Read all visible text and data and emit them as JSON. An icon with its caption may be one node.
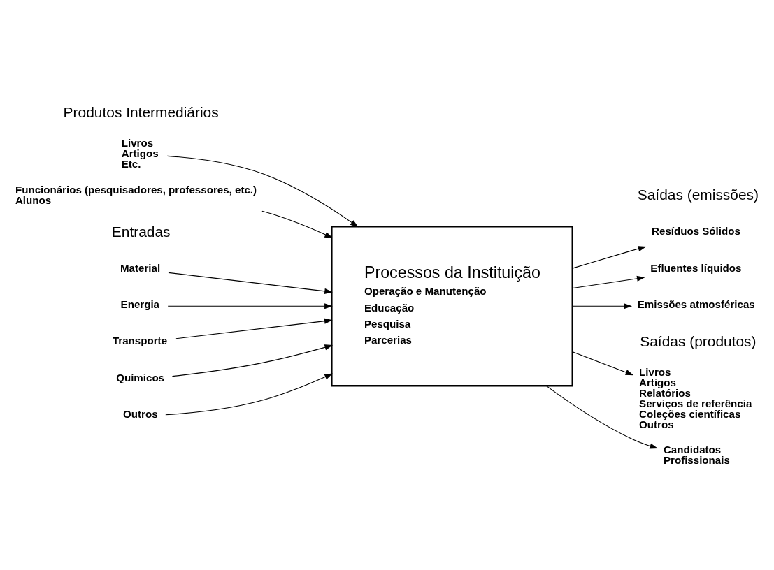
{
  "diagram": {
    "nodes": [
      {
        "text": [
          "Processos da Instituição",
          "Operação e Manutenção",
          "Educação",
          "Pesquisa",
          "Parcerias"
        ]
      },
      {
        "text": [
          "Material"
        ]
      },
      {
        "text": [
          "Energia"
        ]
      },
      {
        "text": [
          "Transporte"
        ]
      },
      {
        "text": [
          "Químicos"
        ]
      },
      {
        "text": [
          "Outros"
        ]
      },
      {
        "text": [
          "Livros",
          "Artigos",
          "Etc."
        ]
      },
      {
        "text": [
          "Funcionários (pesquisadores, professores, etc.)",
          "Alunos"
        ]
      },
      {
        "text": [
          "Resíduos Sólidos"
        ]
      },
      {
        "text": [
          "Efluentes líquidos"
        ]
      },
      {
        "text": [
          "Emissões atmosféricas"
        ]
      },
      {
        "text": [
          "Livros",
          "Artigos",
          "Relatórios",
          "Serviços de referência",
          "Coleções científicas",
          "Outros"
        ]
      },
      {
        "text": [
          "Candidatos",
          "Profissionais"
        ]
      }
    ],
    "edges": [
      {
        "from": 1,
        "to": 0,
        "arrow": "to"
      },
      {
        "from": 2,
        "to": 0,
        "arrow": "to"
      },
      {
        "from": 3,
        "to": 0,
        "arrow": "to"
      },
      {
        "from": 4,
        "to": 0,
        "arrow": "to"
      },
      {
        "from": 5,
        "to": 0,
        "arrow": "to"
      },
      {
        "from": 6,
        "to": 0,
        "arrow": "to"
      },
      {
        "from": 7,
        "to": 0,
        "arrow": "to"
      },
      {
        "from": 0,
        "to": 8,
        "arrow": "to"
      },
      {
        "from": 0,
        "to": 9,
        "arrow": "to"
      },
      {
        "from": 0,
        "to": 10,
        "arrow": "to"
      },
      {
        "from": 0,
        "to": 11,
        "arrow": "to"
      },
      {
        "from": 0,
        "to": 12,
        "arrow": "to"
      }
    ],
    "labels": [
      "Produtos Intermediários",
      "Entradas",
      "Saídas (emissões)",
      "Saídas (produtos)"
    ]
  }
}
